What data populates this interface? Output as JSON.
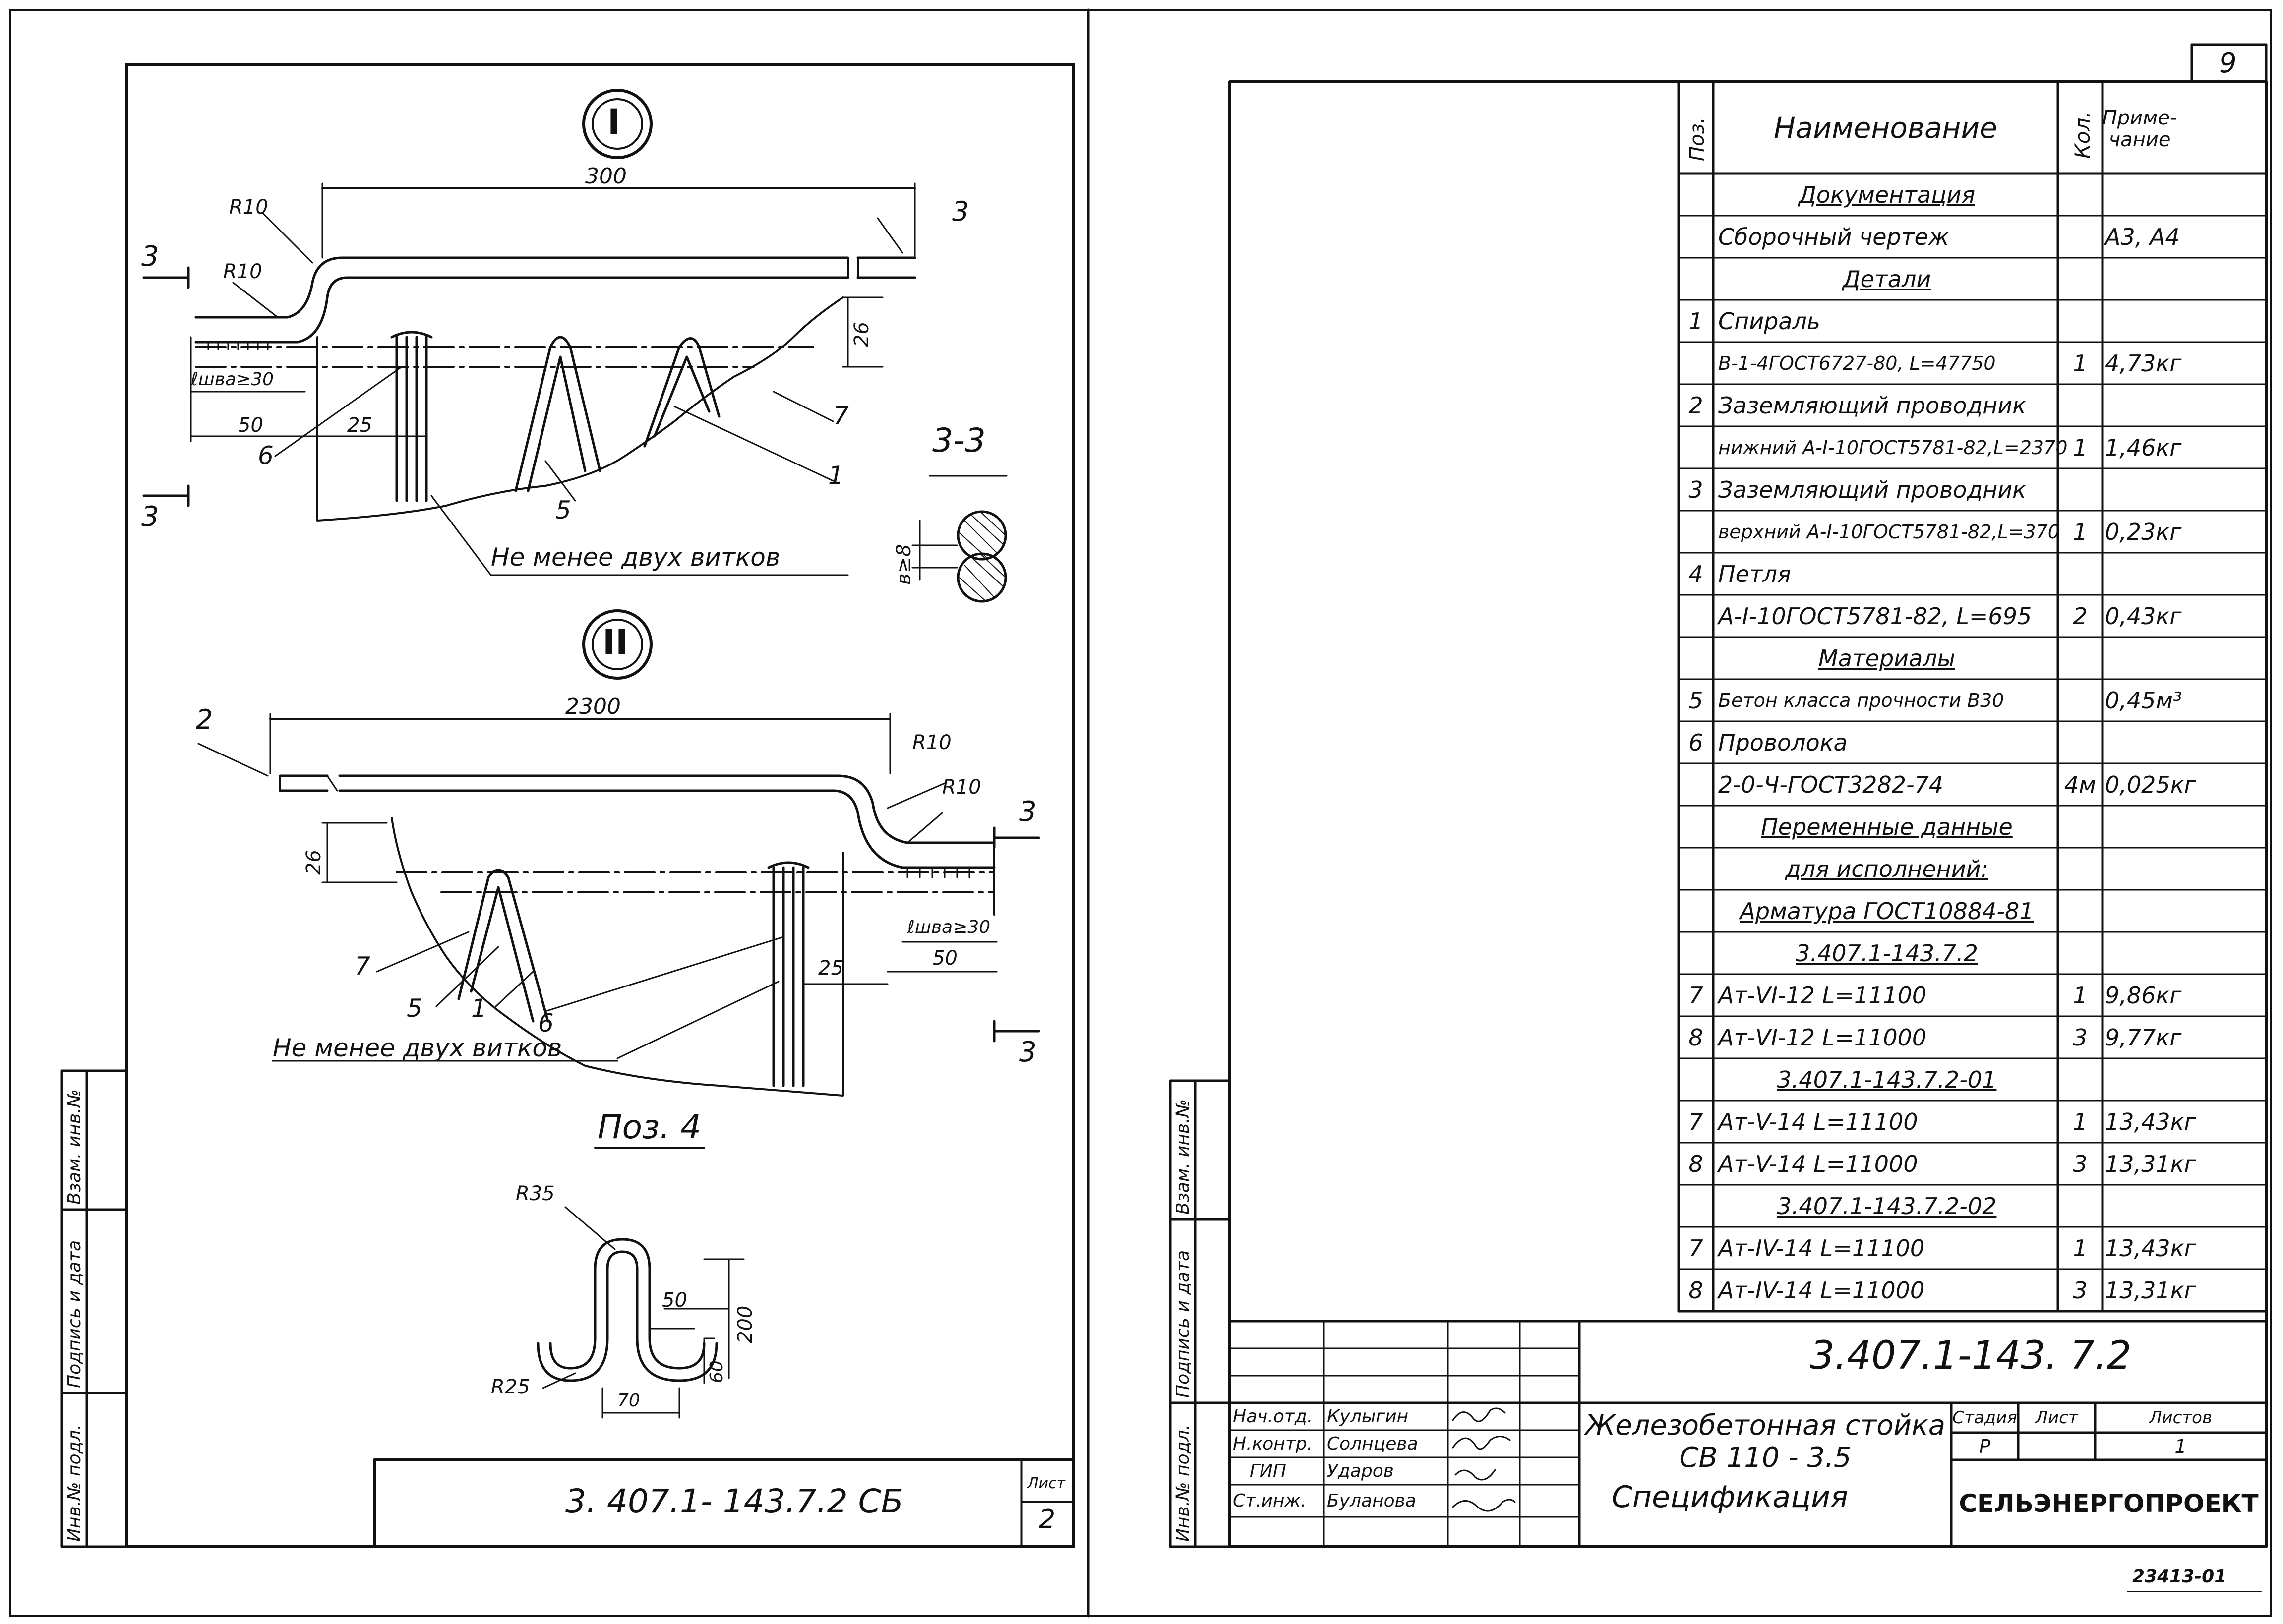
{
  "sheet_number": "9",
  "left_sheet": {
    "detail_1": {
      "marker": "I",
      "dim_length": "300",
      "dim_height": "26",
      "radius_a": "R10",
      "radius_b": "R10",
      "weld": "ℓшва≥30",
      "dim_50": "50",
      "dim_25": "25",
      "callouts": [
        "3",
        "7",
        "1",
        "6",
        "5"
      ],
      "note": "Не менее двух витков",
      "section_mark": "3"
    },
    "section_3_3": {
      "title": "3-3",
      "dim": "в≥8"
    },
    "detail_2": {
      "marker": "II",
      "dim_length": "2300",
      "dim_height": "26",
      "radius_a": "R10",
      "radius_b": "R10",
      "weld": "ℓшва≥30",
      "dim_50": "50",
      "dim_25": "25",
      "callouts": [
        "2",
        "7",
        "5",
        "1",
        "6"
      ],
      "note": "Не менее двух витков",
      "section_mark": "3"
    },
    "pos4": {
      "title": "Поз. 4",
      "r35": "R35",
      "r25": "R25",
      "dim_50": "50",
      "dim_200": "200",
      "dim_60": "60",
      "dim_70": "70"
    },
    "side_labels": [
      "Инв.№ подл.",
      "Подпись и дата",
      "Взам. инв.№"
    ],
    "stamp_code": "3. 407.1- 143.7.2 СБ",
    "sheet_label": "Лист",
    "sheet_no": "2"
  },
  "spec": {
    "headers": {
      "pos": "Поз.",
      "name": "Наименование",
      "qty": "Кол.",
      "note": "Приме-чание"
    },
    "rows": [
      {
        "pos": "",
        "name": "Документация",
        "qty": "",
        "note": "",
        "section": true
      },
      {
        "pos": "",
        "name": "Сборочный  чертеж",
        "qty": "",
        "note": "А3, А4"
      },
      {
        "pos": "",
        "name": "Детали",
        "qty": "",
        "note": "",
        "section": true
      },
      {
        "pos": "1",
        "name": "Спираль",
        "qty": "",
        "note": ""
      },
      {
        "pos": "",
        "name": "В-1-4ГОСТ6727-80, L=47750",
        "qty": "1",
        "note": "4,73кг"
      },
      {
        "pos": "2",
        "name": "Заземляющий проводник",
        "qty": "",
        "note": ""
      },
      {
        "pos": "",
        "name": "нижний А-I-10ГОСТ5781-82,L=2370",
        "qty": "1",
        "note": "1,46кг"
      },
      {
        "pos": "3",
        "name": "Заземляющий проводник",
        "qty": "",
        "note": ""
      },
      {
        "pos": "",
        "name": "верхний А-I-10ГОСТ5781-82,L=370",
        "qty": "1",
        "note": "0,23кг"
      },
      {
        "pos": "4",
        "name": "Петля",
        "qty": "",
        "note": ""
      },
      {
        "pos": "",
        "name": "А-I-10ГОСТ5781-82, L=695",
        "qty": "2",
        "note": "0,43кг"
      },
      {
        "pos": "",
        "name": "Материалы",
        "qty": "",
        "note": "",
        "section": true
      },
      {
        "pos": "5",
        "name": "Бетон класса прочности В30",
        "qty": "",
        "note": "0,45м³"
      },
      {
        "pos": "6",
        "name": "Проволока",
        "qty": "",
        "note": ""
      },
      {
        "pos": "",
        "name": "2-0-Ч-ГОСТ3282-74",
        "qty": "4м",
        "note": "0,025кг"
      },
      {
        "pos": "",
        "name": "Переменные  данные",
        "qty": "",
        "note": "",
        "section": true
      },
      {
        "pos": "",
        "name": "для  исполнений:",
        "qty": "",
        "note": "",
        "section": true
      },
      {
        "pos": "",
        "name": "Арматура ГОСТ10884-81",
        "qty": "",
        "note": "",
        "section": true
      },
      {
        "pos": "",
        "name": "3.407.1-143.7.2",
        "qty": "",
        "note": "",
        "section": true
      },
      {
        "pos": "7",
        "name": "Ат-VI-12   L=11100",
        "qty": "1",
        "note": "9,86кг"
      },
      {
        "pos": "8",
        "name": "Ат-VI-12   L=11000",
        "qty": "3",
        "note": "9,77кг"
      },
      {
        "pos": "",
        "name": "3.407.1-143.7.2-01",
        "qty": "",
        "note": "",
        "section": true
      },
      {
        "pos": "7",
        "name": "Ат-V-14   L=11100",
        "qty": "1",
        "note": "13,43кг"
      },
      {
        "pos": "8",
        "name": "Ат-V-14   L=11000",
        "qty": "3",
        "note": "13,31кг"
      },
      {
        "pos": "",
        "name": "3.407.1-143.7.2-02",
        "qty": "",
        "note": "",
        "section": true
      },
      {
        "pos": "7",
        "name": "Ат-IV-14   L=11100",
        "qty": "1",
        "note": "13,43кг"
      },
      {
        "pos": "8",
        "name": "Ат-IV-14   L=11000",
        "qty": "3",
        "note": "13,31кг"
      }
    ]
  },
  "title_block": {
    "code": "3.407.1-143. 7.2",
    "people": [
      {
        "role": "Нач.отд.",
        "name": "Кулыгин"
      },
      {
        "role": "Н.контр.",
        "name": "Солнцева"
      },
      {
        "role": "ГИП",
        "name": "Ударов"
      },
      {
        "role": "Ст.инж.",
        "name": "Буланова"
      }
    ],
    "title_line1": "Железобетонная стойка",
    "title_line2": "СВ 110 - 3.5",
    "title_line3": "Спецификация",
    "stage_label": "Стадия",
    "sheet_label": "Лист",
    "sheets_label": "Листов",
    "stage": "Р",
    "sheet": "",
    "sheets": "1",
    "org": "СЕЛЬЭНЕРГОПРОЕКТ"
  },
  "right_side_labels": [
    "Инв.№ подл.",
    "Подпись и дата",
    "Взам. инв.№"
  ],
  "corner_note": "23413-01"
}
